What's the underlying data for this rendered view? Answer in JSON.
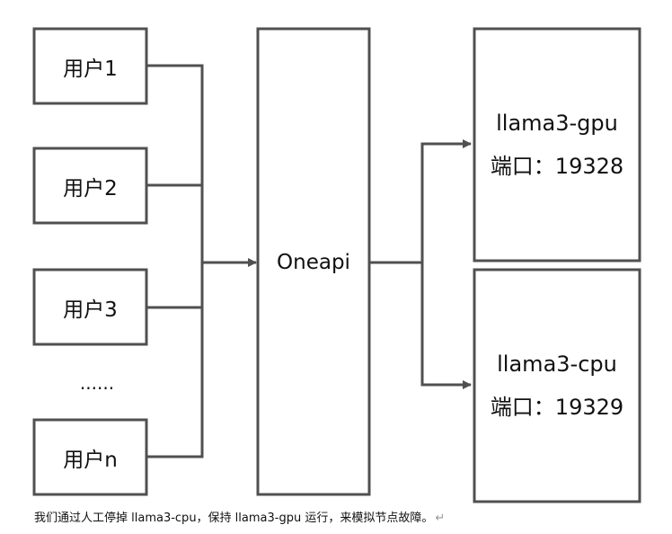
{
  "diagram": {
    "users": [
      "用户1",
      "用户2",
      "用户3",
      "用户n"
    ],
    "ellipsis": "......",
    "gateway": "Oneapi",
    "servers": [
      {
        "name": "llama3-gpu",
        "port": "端口：19328"
      },
      {
        "name": "llama3-cpu",
        "port": "端口：19329"
      }
    ]
  },
  "caption": {
    "text": "我们通过人工停掉 llama3-cpu，保持 llama3-gpu 运行，来模拟节点故障。",
    "mark": "↵"
  }
}
